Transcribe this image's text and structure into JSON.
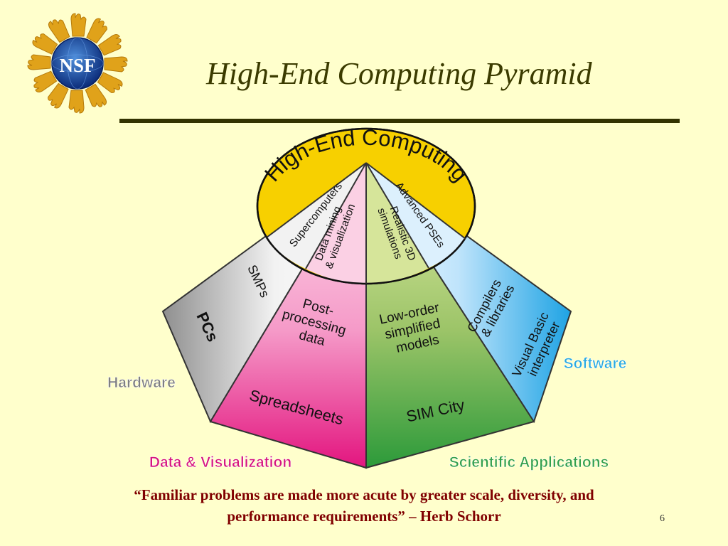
{
  "slide": {
    "title": "High-End Computing Pyramid",
    "page_number": "6",
    "quote_line1": "“Familiar problems are made more acute by greater scale, diversity, and",
    "quote_line2": "performance requirements” – Herb Schorr"
  },
  "logo": {
    "text": "NSF",
    "icon": "nsf-logo-icon"
  },
  "diagram": {
    "top_label": "High-End Computing",
    "segments": {
      "supercomputers": "Supercomputers",
      "data_mining_1": "Data mining",
      "data_mining_2": "& visualization",
      "realistic_1": "Realistic 3D",
      "realistic_2": "simulations",
      "advanced_pses": "Advanced PSEs",
      "smps": "SMPs",
      "pcs": "PCs",
      "post_1": "Post-",
      "post_2": "processing",
      "post_3": "data",
      "spreadsheets": "Spreadsheets",
      "low_1": "Low-order",
      "low_2": "simplified",
      "low_3": "models",
      "simcity": "SIM City",
      "compilers_1": "Compilers",
      "compilers_2": "& libraries",
      "vb_1": "Visual Basic",
      "vb_2": "interpreter"
    },
    "category_labels": {
      "hardware": "Hardware",
      "software": "Software",
      "data_vis": "Data & Visualization",
      "sci_apps": "Scientific Applications"
    },
    "colors": {
      "top_ellipse": "#f7d000",
      "hardware_face": "#a9a9a9",
      "data_face": "#ee4aa0",
      "science_face": "#6aae4a",
      "software_face": "#27a9e6",
      "hardware_label": "#7f7f7f",
      "software_label": "#2aaae0",
      "data_label": "#d6167e",
      "science_label": "#33a04a"
    }
  }
}
